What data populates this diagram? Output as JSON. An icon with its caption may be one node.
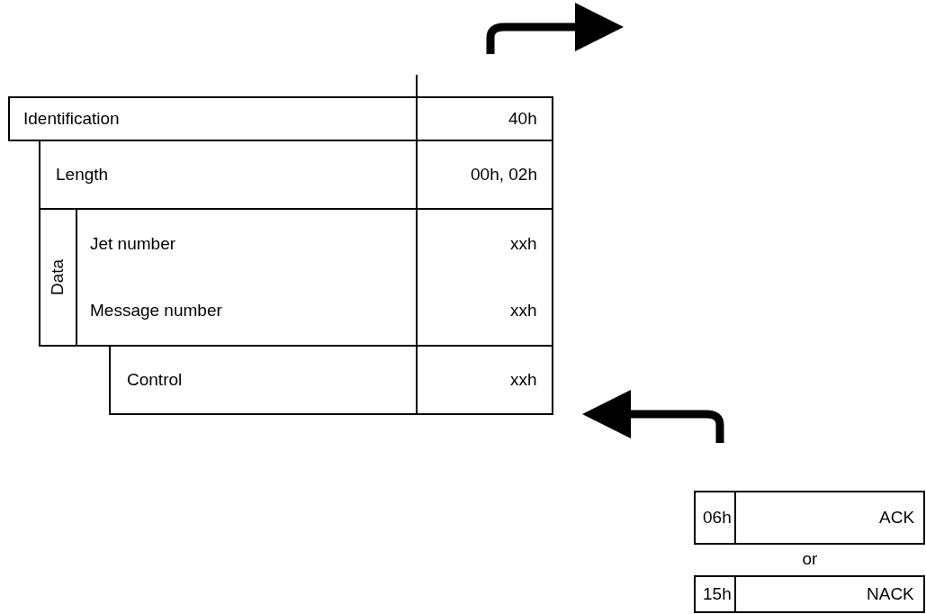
{
  "diagram": {
    "labels": [
      "Identification",
      "40h",
      "Length",
      "00h, 02h",
      "Data",
      "Jet number",
      "xxh",
      "Message number",
      "xxh",
      "Control",
      "xxh",
      "06h",
      "ACK",
      "or",
      "15h",
      "NACK"
    ]
  }
}
